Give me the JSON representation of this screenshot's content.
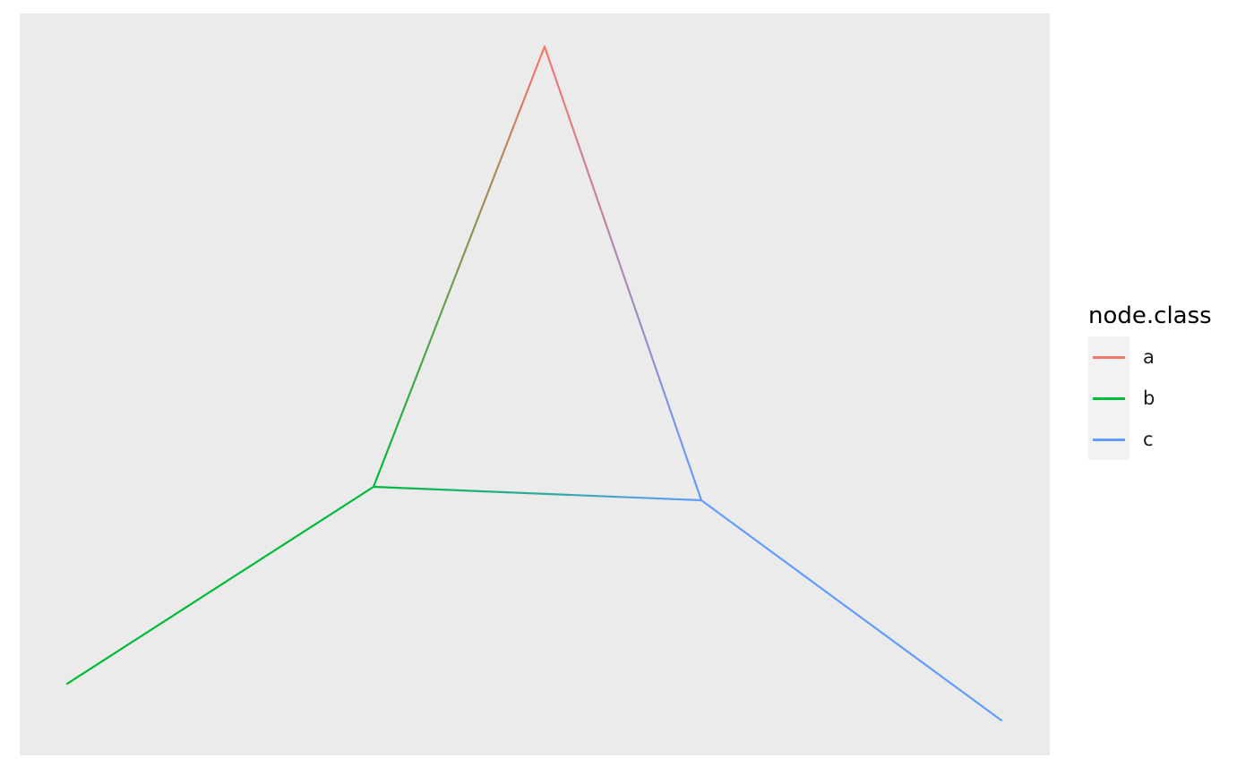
{
  "legend": {
    "title": "node.class",
    "items": [
      {
        "label": "a",
        "color": "#F8766D"
      },
      {
        "label": "b",
        "color": "#00BA38"
      },
      {
        "label": "c",
        "color": "#619CFF"
      }
    ]
  },
  "panel_background": "#EBEBEB",
  "graph": {
    "nodes": [
      {
        "id": "n1",
        "class": "b"
      },
      {
        "id": "n2",
        "class": "b"
      },
      {
        "id": "n3",
        "class": "a"
      },
      {
        "id": "n4",
        "class": "c"
      },
      {
        "id": "n5",
        "class": "c"
      }
    ],
    "edges": [
      {
        "from": "n1",
        "to": "n2"
      },
      {
        "from": "n2",
        "to": "n3"
      },
      {
        "from": "n3",
        "to": "n4"
      },
      {
        "from": "n2",
        "to": "n4"
      },
      {
        "from": "n4",
        "to": "n5"
      }
    ]
  }
}
